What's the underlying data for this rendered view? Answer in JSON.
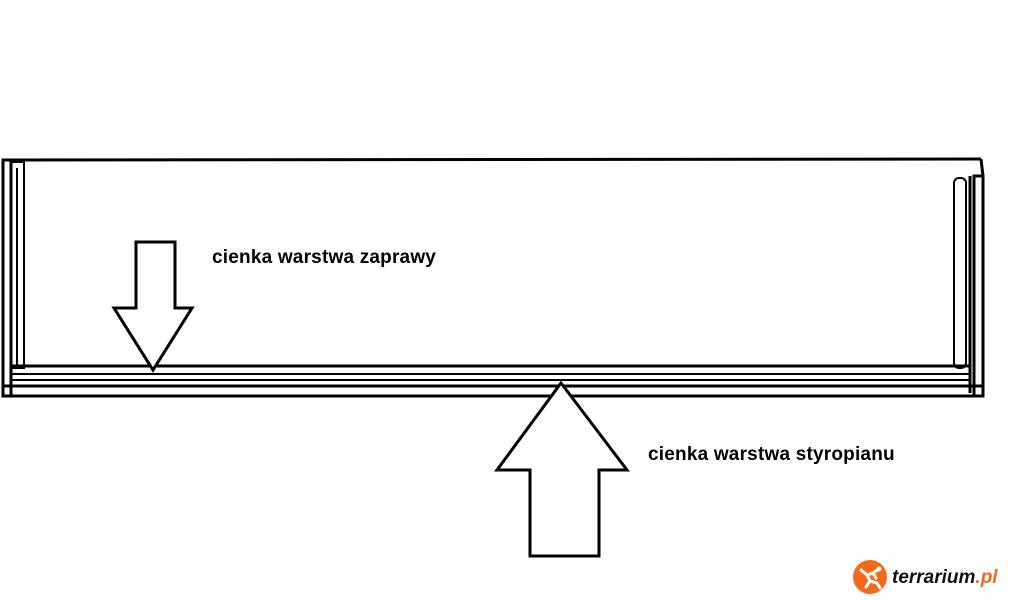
{
  "labels": {
    "mortar_layer": "cienka warstwa zaprawy",
    "styrofoam_layer": "cienka warstwa styropianu"
  },
  "logo": {
    "name": "terrarium",
    "tld": ".pl"
  },
  "colors": {
    "ink": "#000000",
    "background": "#ffffff",
    "logo_accent": "#f26a1b"
  }
}
